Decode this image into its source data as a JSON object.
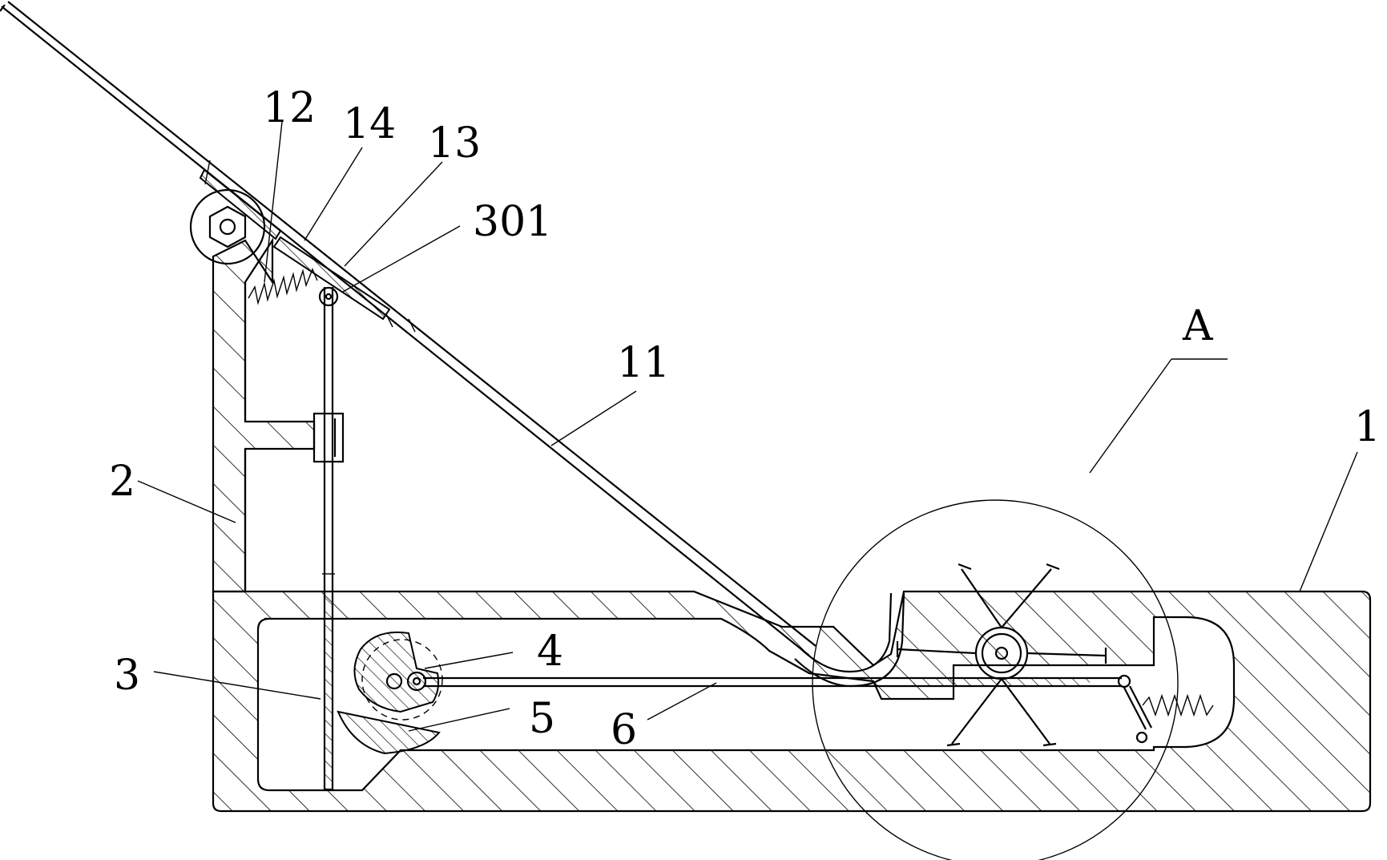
{
  "labels": {
    "part_1": "1",
    "part_2": "2",
    "part_3": "3",
    "part_4": "4",
    "part_5": "5",
    "part_6": "6",
    "part_11": "11",
    "part_12": "12",
    "part_13": "13",
    "part_14": "14",
    "part_301": "301",
    "detail_a": "A"
  },
  "colors": {
    "line": "#000000",
    "background": "#ffffff"
  }
}
